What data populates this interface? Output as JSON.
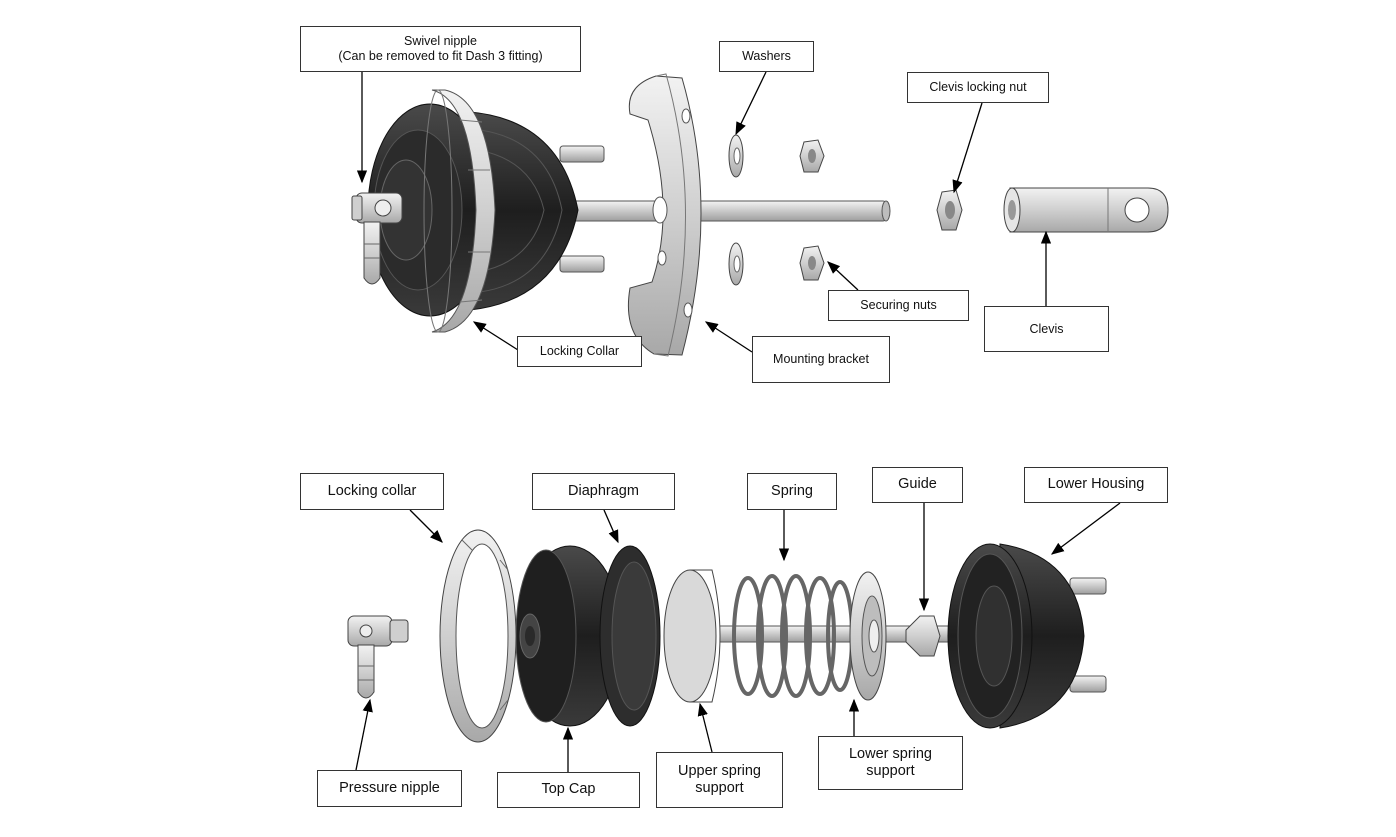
{
  "labels": {
    "swivel_nipple": "Swivel nipple\n(Can be removed to fit Dash 3 fitting)",
    "washers": "Washers",
    "clevis_locking_nut": "Clevis locking nut",
    "securing_nuts": "Securing nuts",
    "clevis": "Clevis",
    "locking_collar_top": "Locking Collar",
    "mounting_bracket": "Mounting bracket",
    "locking_collar_bottom": "Locking collar",
    "diaphragm": "Diaphragm",
    "spring": "Spring",
    "guide": "Guide",
    "lower_housing": "Lower Housing",
    "pressure_nipple": "Pressure nipple",
    "top_cap": "Top Cap",
    "upper_spring_support": "Upper spring\nsupport",
    "lower_spring_support": "Lower spring\nsupport"
  },
  "colors": {
    "housing": "#262626",
    "metal": "#d6d6d6",
    "metal_dark": "#9a9a9a",
    "outline": "#333333"
  }
}
